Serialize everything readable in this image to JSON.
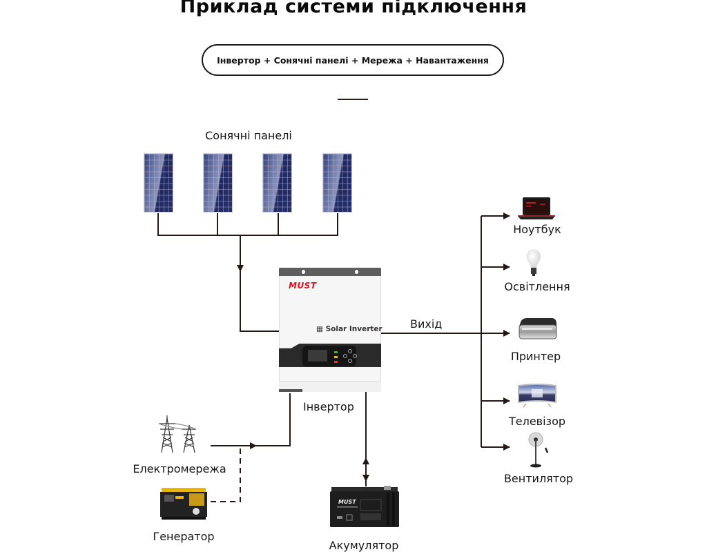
{
  "header": {
    "title": "Приклад системи підключення",
    "configuration": "Інвертор + Сонячні панелі + Мережа + Навантаження"
  },
  "diagram": {
    "solar_panels": {
      "label": "Сонячні панелі",
      "count": 4,
      "icon": "solar-panel-icon"
    },
    "inverter": {
      "label": "Інвертор",
      "brand": "MUST",
      "model_text": "Solar Inverter",
      "icon": "inverter-icon"
    },
    "output": {
      "label": "Вихід",
      "loads": [
        {
          "label": "Ноутбук",
          "icon": "laptop-icon"
        },
        {
          "label": "Освітлення",
          "icon": "light-bulb-icon"
        },
        {
          "label": "Принтер",
          "icon": "printer-icon"
        },
        {
          "label": "Телевізор",
          "icon": "tv-icon"
        },
        {
          "label": "Вентилятор",
          "icon": "fan-icon"
        }
      ]
    },
    "sources": [
      {
        "label": "Електромережа",
        "icon": "power-grid-icon",
        "connection": "solid"
      },
      {
        "label": "Генератор",
        "icon": "generator-icon",
        "connection": "dashed"
      }
    ],
    "battery": {
      "label": "Акумулятор",
      "brand": "MUST",
      "icon": "battery-icon",
      "connection": "bidirectional"
    }
  },
  "colors": {
    "wire": "#231815",
    "brand_red": "#e1101c",
    "panel_blue": "#2f3f7c"
  }
}
